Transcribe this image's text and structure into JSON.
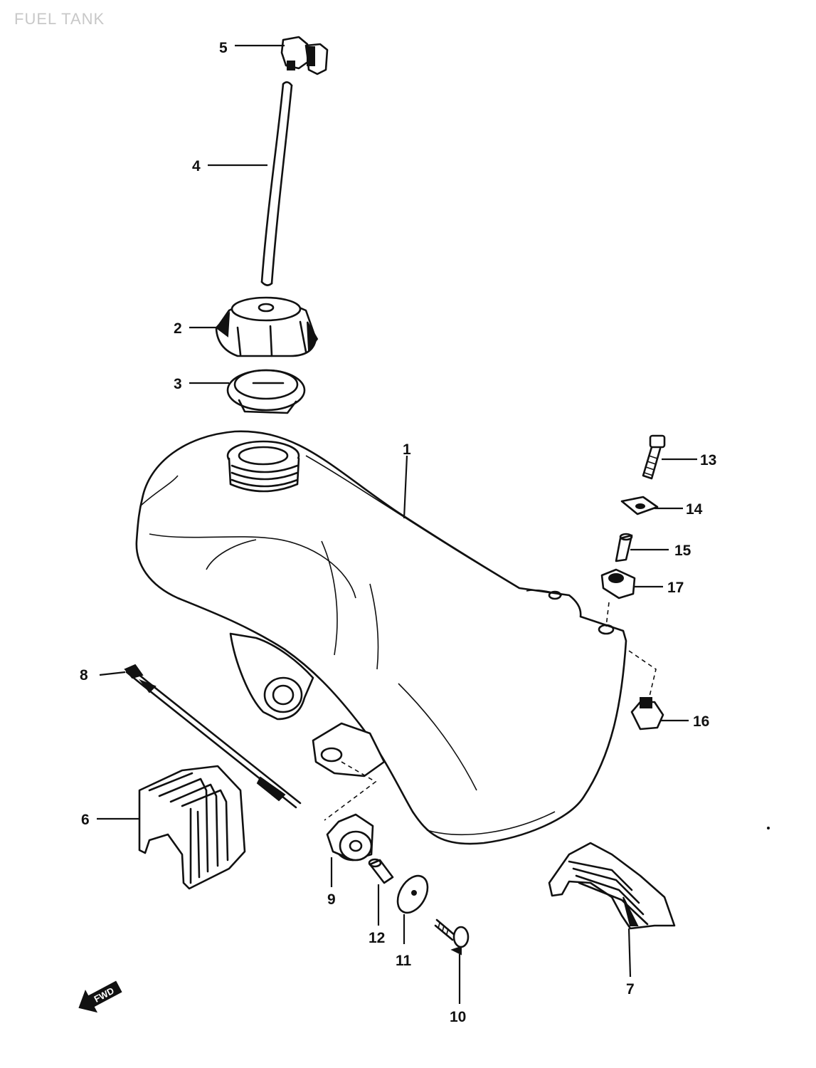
{
  "page": {
    "title": "FUEL TANK"
  },
  "direction": {
    "label": "FWD"
  },
  "callouts": [
    {
      "id": "c1",
      "label": "1"
    },
    {
      "id": "c2",
      "label": "2"
    },
    {
      "id": "c3",
      "label": "3"
    },
    {
      "id": "c4",
      "label": "4"
    },
    {
      "id": "c5",
      "label": "5"
    },
    {
      "id": "c6",
      "label": "6"
    },
    {
      "id": "c7",
      "label": "7"
    },
    {
      "id": "c8",
      "label": "8"
    },
    {
      "id": "c9",
      "label": "9"
    },
    {
      "id": "c10",
      "label": "10"
    },
    {
      "id": "c11",
      "label": "11"
    },
    {
      "id": "c12",
      "label": "12"
    },
    {
      "id": "c13",
      "label": "13"
    },
    {
      "id": "c14",
      "label": "14"
    },
    {
      "id": "c15",
      "label": "15"
    },
    {
      "id": "c16",
      "label": "16"
    },
    {
      "id": "c17",
      "label": "17"
    }
  ]
}
